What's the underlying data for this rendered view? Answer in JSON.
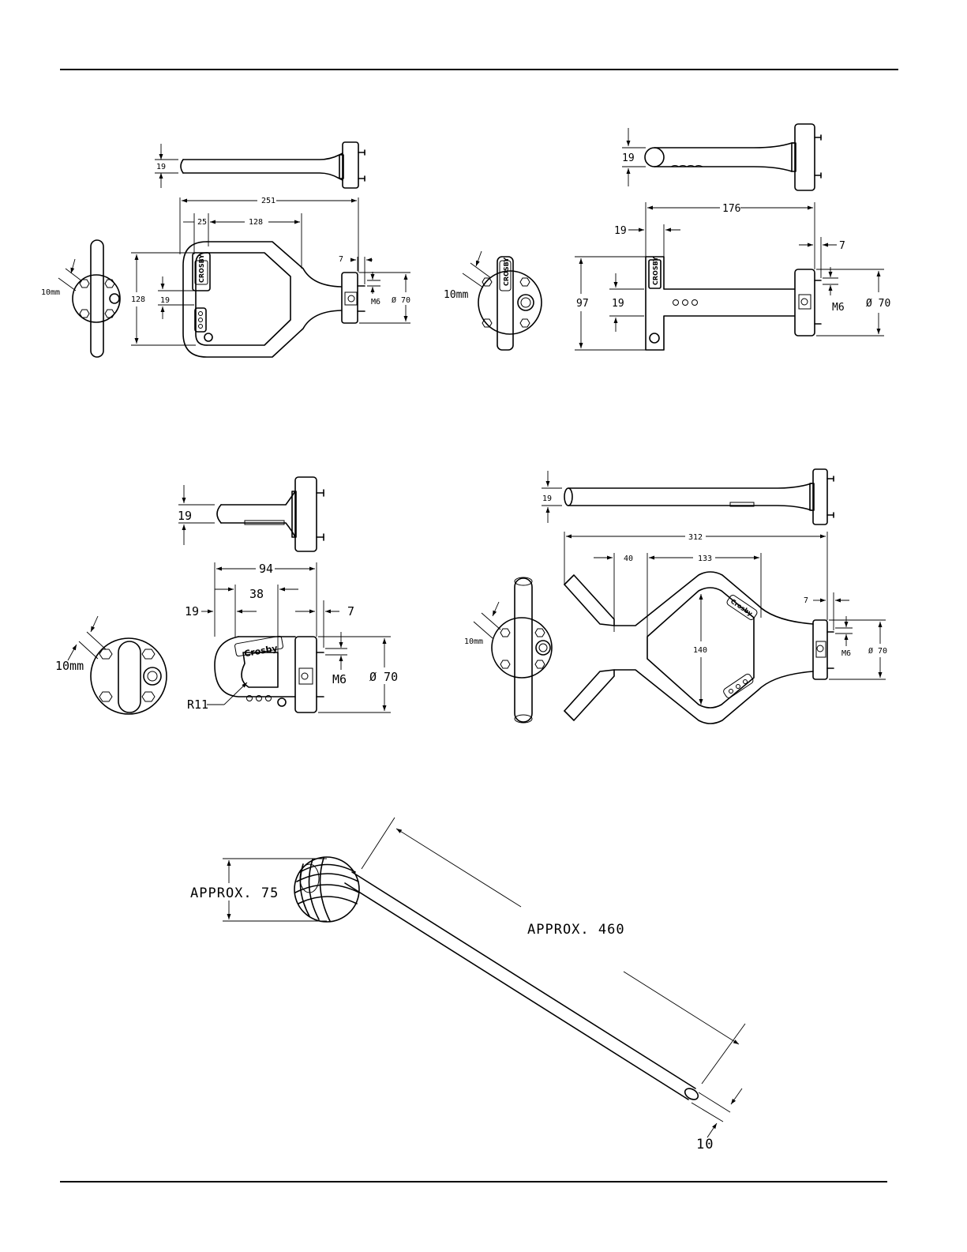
{
  "drawings": {
    "a": {
      "dims": [
        "19",
        "251",
        "25",
        "128",
        "7",
        "10mm",
        "128",
        "19",
        "M6",
        "Ø 70"
      ],
      "brand": "Crosby"
    },
    "b": {
      "dims": [
        "19",
        "176",
        "19",
        "7",
        "10mm",
        "97",
        "19",
        "M6",
        "Ø 70"
      ],
      "brand": "Crosby"
    },
    "c": {
      "dims": [
        "19",
        "94",
        "38",
        "19",
        "7",
        "10mm",
        "M6",
        "Ø 70",
        "R11"
      ],
      "brand": "Crosby"
    },
    "d": {
      "dims": [
        "19",
        "312",
        "40",
        "133",
        "7",
        "10mm",
        "140",
        "M6",
        "Ø 70"
      ],
      "brand": "Crosby"
    },
    "e": {
      "dims": [
        "APPROX. 75",
        "APPROX. 460",
        "10"
      ]
    }
  }
}
